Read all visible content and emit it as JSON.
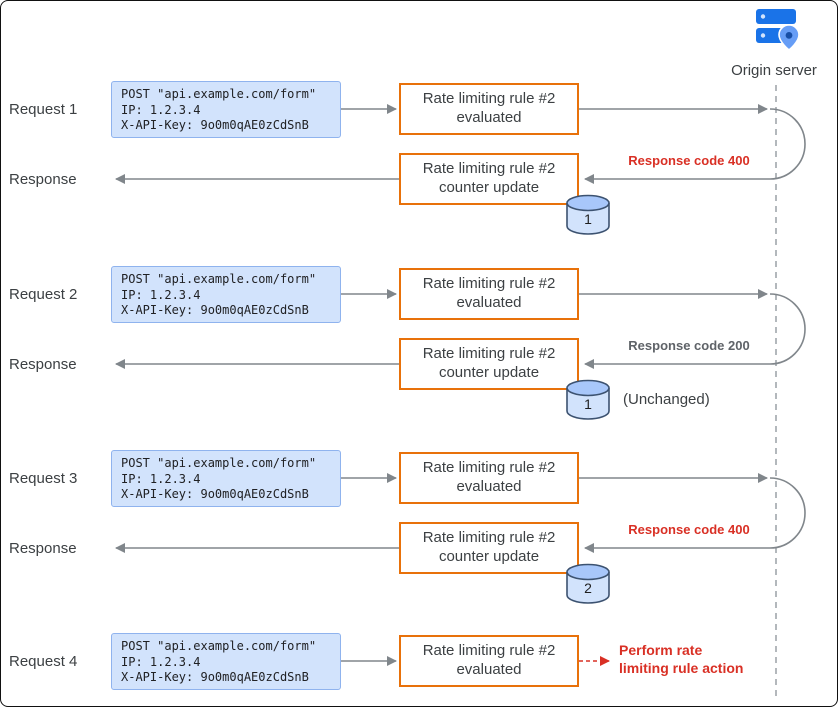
{
  "origin_server": {
    "label": "Origin server"
  },
  "payload": {
    "line1": "POST \"api.example.com/form\"",
    "line2": "IP: 1.2.3.4",
    "line3": "X-API-Key: 9o0m0qAE0zCdSnB"
  },
  "process_boxes": {
    "evaluated": "Rate limiting rule #2 evaluated",
    "counter_update": "Rate limiting rule #2 counter update"
  },
  "rows": [
    {
      "request_label": "Request 1",
      "response_label": "Response",
      "response_code": "Response code 400",
      "response_code_color": "#D93025",
      "counter_value": "1"
    },
    {
      "request_label": "Request 2",
      "response_label": "Response",
      "response_code": "Response code 200",
      "response_code_color": "#5F6368",
      "counter_value": "1",
      "note": "(Unchanged)"
    },
    {
      "request_label": "Request 3",
      "response_label": "Response",
      "response_code": "Response code 400",
      "response_code_color": "#D93025",
      "counter_value": "2"
    },
    {
      "request_label": "Request 4",
      "action_line1": "Perform rate",
      "action_line2": "limiting rule action",
      "action_color": "#D93025"
    }
  ],
  "colors": {
    "arrow_gray": "#80868B",
    "lifeline_gray": "#9AA0A6",
    "orange_border": "#E8710A",
    "request_box_fill": "#D2E3FC",
    "alert_red": "#D93025",
    "server_blue": "#1A73E8"
  }
}
